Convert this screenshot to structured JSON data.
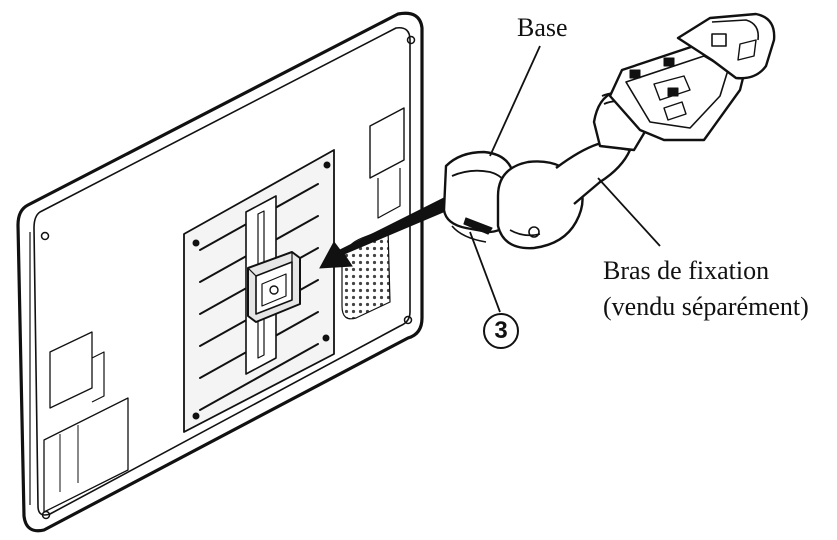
{
  "labels": {
    "base": "Base",
    "arm_line1": "Bras de fixation",
    "arm_line2": "(vendu séparément)",
    "step_number": "3"
  },
  "colors": {
    "line": "#111111",
    "background": "#ffffff",
    "fill_light": "#f4f4f4",
    "fill_mid": "#e6e6e6",
    "grill": "#444444"
  },
  "icons": {
    "direction_arrow": "arrow-left-icon",
    "step_marker": "circled-number-icon"
  }
}
